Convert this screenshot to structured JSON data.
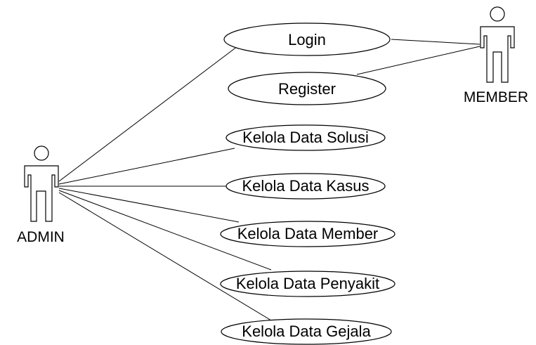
{
  "actors": {
    "admin": {
      "label": "ADMIN"
    },
    "member": {
      "label": "MEMBER"
    }
  },
  "use_cases": {
    "login": "Login",
    "register": "Register",
    "kelola_data_solusi": "Kelola Data Solusi",
    "kelola_data_kasus": "Kelola Data Kasus",
    "kelola_data_member": "Kelola Data Member",
    "kelola_data_penyakit": "Kelola Data Penyakit",
    "kelola_data_gejala": "Kelola Data Gejala"
  },
  "associations": [
    {
      "actor": "ADMIN",
      "use_case": "Login"
    },
    {
      "actor": "ADMIN",
      "use_case": "Kelola Data Solusi"
    },
    {
      "actor": "ADMIN",
      "use_case": "Kelola Data Kasus"
    },
    {
      "actor": "ADMIN",
      "use_case": "Kelola Data Member"
    },
    {
      "actor": "ADMIN",
      "use_case": "Kelola Data Penyakit"
    },
    {
      "actor": "ADMIN",
      "use_case": "Kelola Data Gejala"
    },
    {
      "actor": "MEMBER",
      "use_case": "Login"
    },
    {
      "actor": "MEMBER",
      "use_case": "Register"
    }
  ]
}
